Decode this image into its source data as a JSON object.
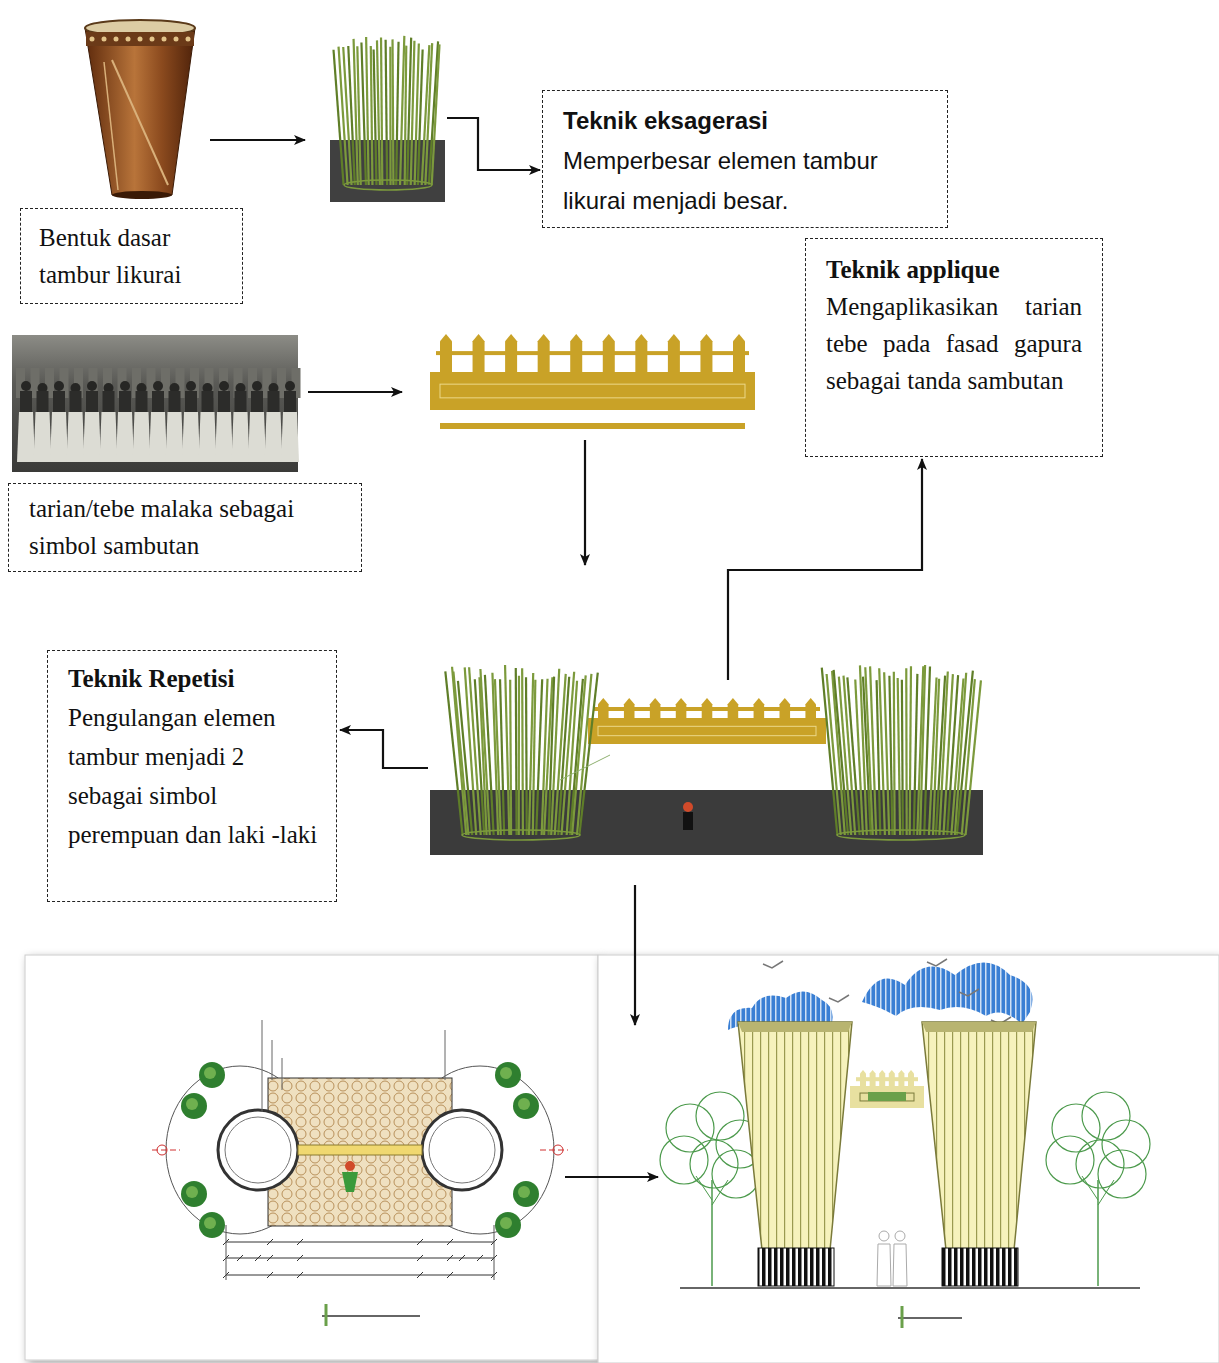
{
  "diagram": {
    "nodes": [
      {
        "text": [
          "Teknik eksagerasi",
          "Memperbesar elemen tambur likurai menjadi besar."
        ]
      },
      {
        "text": [
          "Bentuk dasar tambur likurai"
        ]
      },
      {
        "text": [
          "Teknik applique",
          "Mengaplikasikan tarian tebe pada fasad gapura sebagai tanda sambutan"
        ]
      },
      {
        "text": [
          "tarian/tebe malaka sebagai simbol sambutan"
        ]
      },
      {
        "text": [
          "Teknik Repetisi",
          "Pengulangan elemen tambur menjadi 2 sebagai simbol perempuan dan laki -laki"
        ]
      }
    ]
  }
}
